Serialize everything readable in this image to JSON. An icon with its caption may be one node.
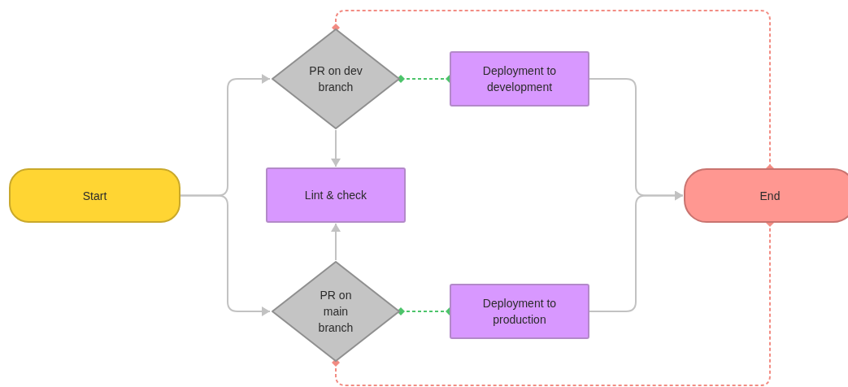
{
  "diagram": {
    "nodes": [
      {
        "text": [
          "Start"
        ]
      },
      {
        "text": [
          "PR on dev branch"
        ]
      },
      {
        "text": [
          "Deployment to development"
        ]
      },
      {
        "text": [
          "Lint & check"
        ]
      },
      {
        "text": [
          "PR on main branch"
        ]
      },
      {
        "text": [
          "Deployment to production"
        ]
      },
      {
        "text": [
          "End"
        ]
      }
    ],
    "edges": [
      {
        "from": 0,
        "to": 1,
        "arrow": "to"
      },
      {
        "from": 0,
        "to": 4,
        "arrow": "to"
      },
      {
        "from": 1,
        "to": 3,
        "arrow": "to"
      },
      {
        "from": 4,
        "to": 3,
        "arrow": "to"
      },
      {
        "from": 1,
        "to": 2,
        "arrow": "other",
        "style": "dashed",
        "color": "#4cc46a"
      },
      {
        "from": 4,
        "to": 5,
        "arrow": "other",
        "style": "dashed",
        "color": "#4cc46a"
      },
      {
        "from": 2,
        "to": 6,
        "arrow": "to"
      },
      {
        "from": 5,
        "to": 6,
        "arrow": "to"
      },
      {
        "from": 1,
        "to": 6,
        "arrow": "other",
        "style": "dashed",
        "color": "#f28b82"
      },
      {
        "from": 4,
        "to": 6,
        "arrow": "other",
        "style": "dashed",
        "color": "#f28b82"
      }
    ]
  }
}
